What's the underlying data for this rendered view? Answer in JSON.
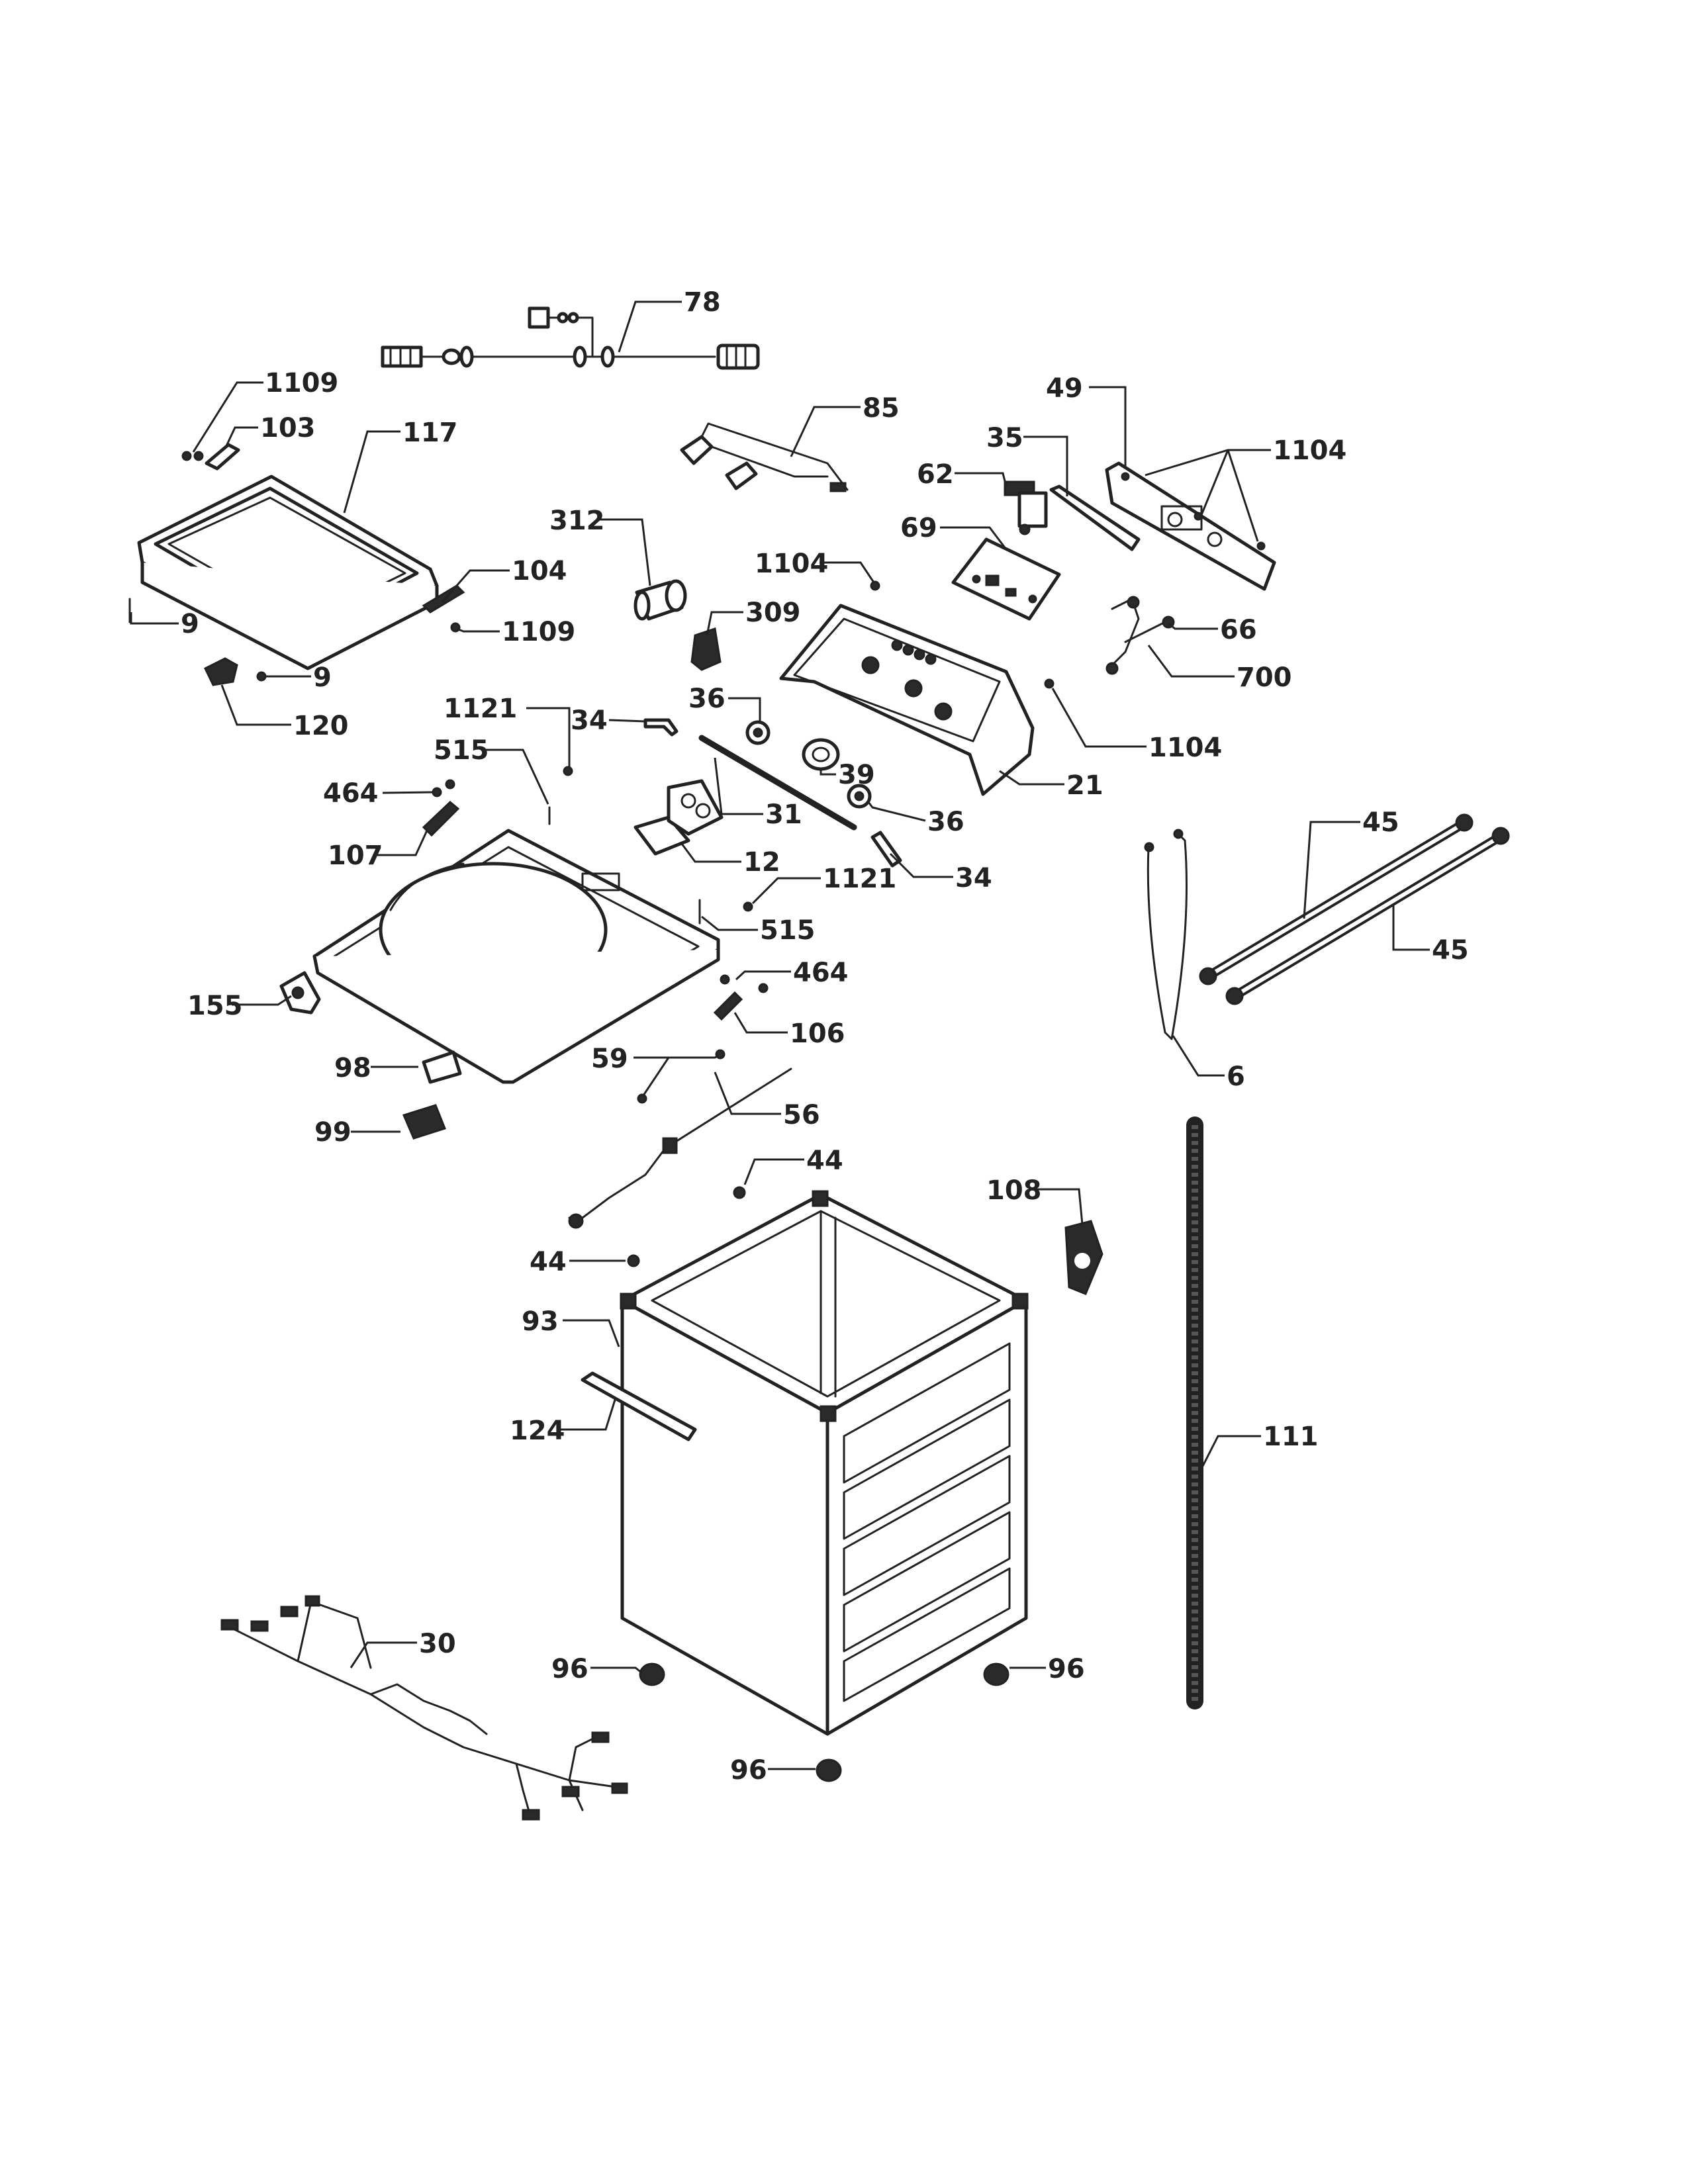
{
  "colors": {
    "ink": "#222222",
    "background": "#ffffff"
  },
  "callouts": [
    {
      "id": "c1109a",
      "text": "1109"
    },
    {
      "id": "c103",
      "text": "103"
    },
    {
      "id": "c117",
      "text": "117"
    },
    {
      "id": "c78",
      "text": "78"
    },
    {
      "id": "c85",
      "text": "85"
    },
    {
      "id": "c49",
      "text": "49"
    },
    {
      "id": "c35",
      "text": "35"
    },
    {
      "id": "c1104a",
      "text": "1104"
    },
    {
      "id": "c62",
      "text": "62"
    },
    {
      "id": "c312",
      "text": "312"
    },
    {
      "id": "c69",
      "text": "69"
    },
    {
      "id": "c1104b",
      "text": "1104"
    },
    {
      "id": "c104",
      "text": "104"
    },
    {
      "id": "c9a",
      "text": "9"
    },
    {
      "id": "c1109b",
      "text": "1109"
    },
    {
      "id": "c309",
      "text": "309"
    },
    {
      "id": "c66",
      "text": "66"
    },
    {
      "id": "c9b",
      "text": "9"
    },
    {
      "id": "c700",
      "text": "700"
    },
    {
      "id": "c120",
      "text": "120"
    },
    {
      "id": "c36a",
      "text": "36"
    },
    {
      "id": "c1121a",
      "text": "1121"
    },
    {
      "id": "c34a",
      "text": "34"
    },
    {
      "id": "c1104c",
      "text": "1104"
    },
    {
      "id": "c515a",
      "text": "515"
    },
    {
      "id": "c39",
      "text": "39"
    },
    {
      "id": "c21",
      "text": "21"
    },
    {
      "id": "c464a",
      "text": "464"
    },
    {
      "id": "c31",
      "text": "31"
    },
    {
      "id": "c36b",
      "text": "36"
    },
    {
      "id": "c45a",
      "text": "45"
    },
    {
      "id": "c107",
      "text": "107"
    },
    {
      "id": "c12",
      "text": "12"
    },
    {
      "id": "c34b",
      "text": "34"
    },
    {
      "id": "c1121b",
      "text": "1121"
    },
    {
      "id": "c515b",
      "text": "515"
    },
    {
      "id": "c45b",
      "text": "45"
    },
    {
      "id": "c464b",
      "text": "464"
    },
    {
      "id": "c155",
      "text": "155"
    },
    {
      "id": "c106",
      "text": "106"
    },
    {
      "id": "c98",
      "text": "98"
    },
    {
      "id": "c59",
      "text": "59"
    },
    {
      "id": "c6",
      "text": "6"
    },
    {
      "id": "c56",
      "text": "56"
    },
    {
      "id": "c99",
      "text": "99"
    },
    {
      "id": "c44a",
      "text": "44"
    },
    {
      "id": "c108",
      "text": "108"
    },
    {
      "id": "c44b",
      "text": "44"
    },
    {
      "id": "c93",
      "text": "93"
    },
    {
      "id": "c111",
      "text": "111"
    },
    {
      "id": "c124",
      "text": "124"
    },
    {
      "id": "c30",
      "text": "30"
    },
    {
      "id": "c96a",
      "text": "96"
    },
    {
      "id": "c96b",
      "text": "96"
    },
    {
      "id": "c96c",
      "text": "96"
    }
  ]
}
